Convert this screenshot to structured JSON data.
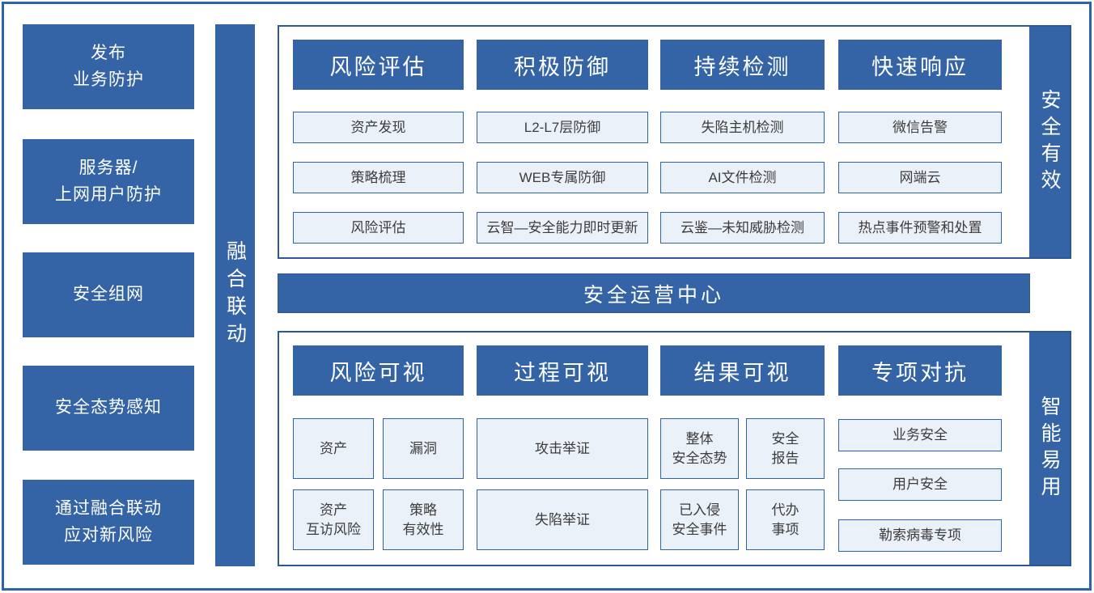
{
  "palette": {
    "primary_blue": "#3564A6",
    "item_background": "#EBF1F9",
    "item_border": "#2E63AC",
    "section_border": "#2F5795",
    "frame_border": "#2E63AC",
    "item_text": "#3C3C3C"
  },
  "left_panel": {
    "items": [
      {
        "label": "发布\n业务防护"
      },
      {
        "label": "服务器/\n上网用户防护"
      },
      {
        "label": "安全组网"
      },
      {
        "label": "安全态势感知"
      },
      {
        "label": "通过融合联动\n应对新风险"
      }
    ]
  },
  "fusion_bar": {
    "label": "融合联动"
  },
  "top_section": {
    "side_label": "安全有效",
    "columns": [
      {
        "header": "风险评估",
        "items": [
          "资产发现",
          "策略梳理",
          "风险评估"
        ]
      },
      {
        "header": "积极防御",
        "items": [
          "L2-L7层防御",
          "WEB专属防御",
          "云智—安全能力即时更新"
        ]
      },
      {
        "header": "持续检测",
        "items": [
          "失陷主机检测",
          "AI文件检测",
          "云鉴—未知威胁检测"
        ]
      },
      {
        "header": "快速响应",
        "items": [
          "微信告警",
          "网端云",
          "热点事件预警和处置"
        ]
      }
    ]
  },
  "soc_bar": {
    "label": "安全运营中心"
  },
  "bottom_section": {
    "side_label": "智能易用",
    "columns": [
      {
        "header": "风险可视",
        "items": [
          "资产",
          "漏洞",
          "资产\n互访风险",
          "策略\n有效性"
        ]
      },
      {
        "header": "过程可视",
        "items": [
          "攻击举证",
          "失陷举证"
        ]
      },
      {
        "header": "结果可视",
        "items": [
          "整体\n安全态势",
          "安全\n报告",
          "已入侵\n安全事件",
          "代办\n事项"
        ]
      },
      {
        "header": "专项对抗",
        "items": [
          "业务安全",
          "用户安全",
          "勒索病毒专项"
        ]
      }
    ]
  }
}
